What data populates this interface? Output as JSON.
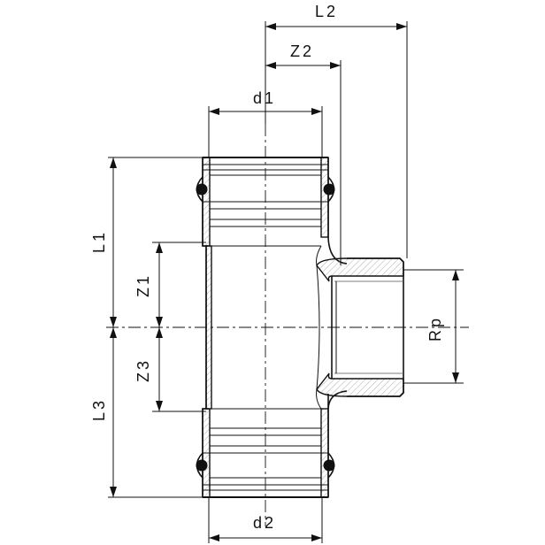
{
  "labels": {
    "L2": "L2",
    "Z2": "Z2",
    "d1": "d1",
    "d2": "d2",
    "L1": "L1",
    "Z1": "Z1",
    "Z3": "Z3",
    "L3": "L3",
    "Rp": "Rp"
  },
  "colors": {
    "line": "#111111",
    "wall_fill": "#d7d7d7",
    "background": "#ffffff"
  }
}
